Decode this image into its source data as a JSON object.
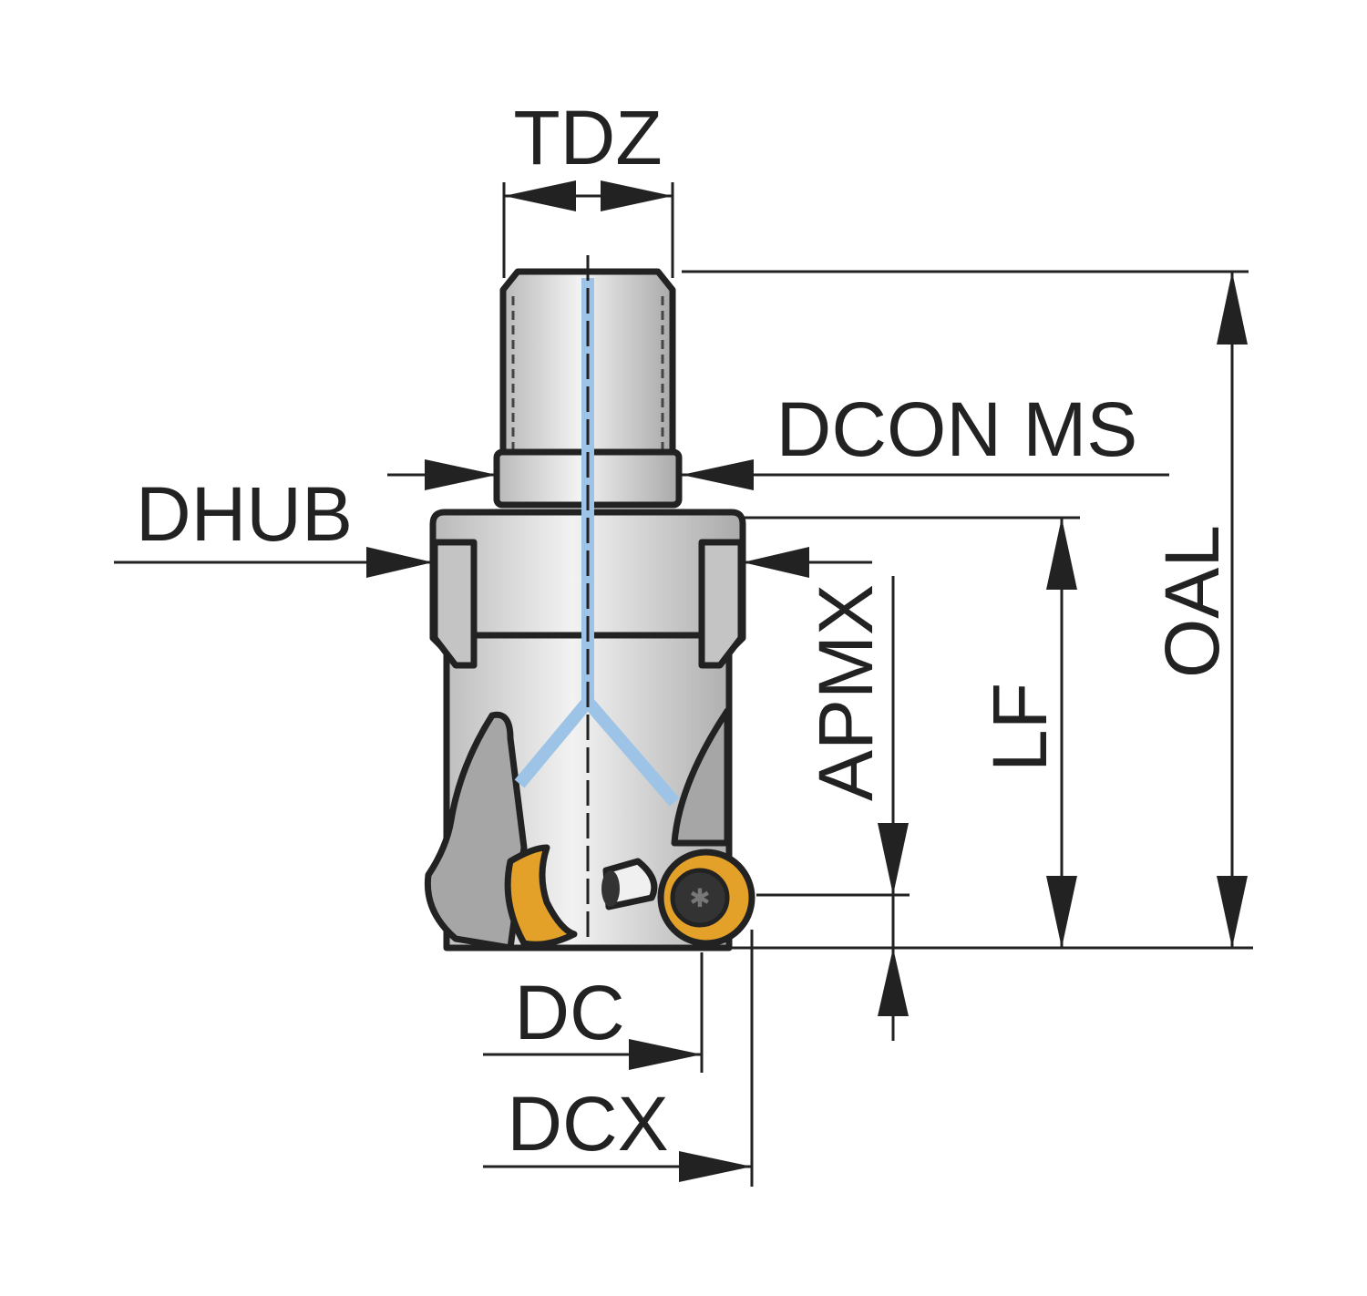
{
  "labels": {
    "tdz": "TDZ",
    "dcon_ms": "DCON MS",
    "dhub": "DHUB",
    "apmx": "APMX",
    "lf": "LF",
    "oal": "OAL",
    "dc": "DC",
    "dcx": "DCX"
  },
  "colors": {
    "line": "#222222",
    "coolant": "#9DC3E6",
    "insert": "#E3A12A",
    "body": "#D4D4D4",
    "flute": "#A6A6A6"
  }
}
